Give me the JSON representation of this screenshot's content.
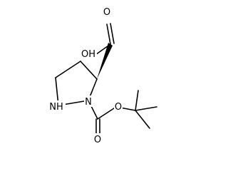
{
  "structure": {
    "atom_labels": {
      "acid_o_carbonyl": "O",
      "acid_oh": "OH",
      "ring_n1": "N",
      "ring_nh": "NH",
      "boc_o_ester": "O",
      "boc_o_carbonyl": "O"
    },
    "stereo": "wedge",
    "colors": {
      "ink": "#000000",
      "background": "#ffffff"
    }
  }
}
